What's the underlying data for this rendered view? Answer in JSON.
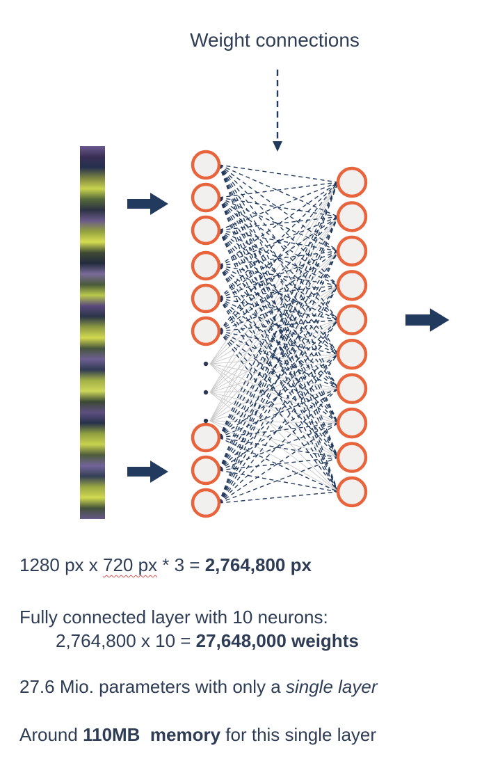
{
  "title": "Weight connections",
  "colors": {
    "navy": "#223a5e",
    "orange": "#e8643c",
    "circle_fill": "#f2f0ef",
    "gray_connection": "#cccccc",
    "dot": "#2a3950",
    "text": "#2e3d55",
    "squiggle_red": "#d94f4f"
  },
  "network": {
    "left_visible_neurons": 9,
    "left_top_group": 6,
    "left_bottom_group": 3,
    "ellipsis_dots": 3,
    "right_neurons": 10
  },
  "input_strip_colors": [
    "#6b5a8e",
    "#3a2f55",
    "#24304e",
    "#7d8440",
    "#c9d44e",
    "#55683a",
    "#2c3242",
    "#6a5a8a",
    "#93a13f",
    "#d5de52",
    "#3f4a34",
    "#222b3d",
    "#7a6b99",
    "#4a5a3a",
    "#b9c94a",
    "#5a4a7c",
    "#2a3448",
    "#8d9a42",
    "#d2d94f",
    "#45543b",
    "#6e5f92",
    "#303a52",
    "#a3b046",
    "#cdd75a",
    "#3b4833",
    "#5d4f80",
    "#27324a",
    "#90a040",
    "#c8d24e",
    "#4e5c3c",
    "#73649a",
    "#343f55",
    "#9aa844",
    "#d0da50",
    "#42503a",
    "#665788"
  ],
  "captions": {
    "formula_pixels": {
      "part1": "1280 px x ",
      "misspelled": "720 px",
      "part2": " * 3 = ",
      "bold": "2,764,800 px"
    },
    "fc_line1": "Fully connected layer with 10 neurons:",
    "fc_line2_prefix": "2,764,800 x 10 = ",
    "fc_line2_bold": "27,648,000 weights",
    "params_prefix": "27.6 Mio. parameters with only a ",
    "params_italic": "single layer",
    "memory_prefix": "Around ",
    "memory_bold": "110MB  memory",
    "memory_suffix": " for this single layer"
  }
}
